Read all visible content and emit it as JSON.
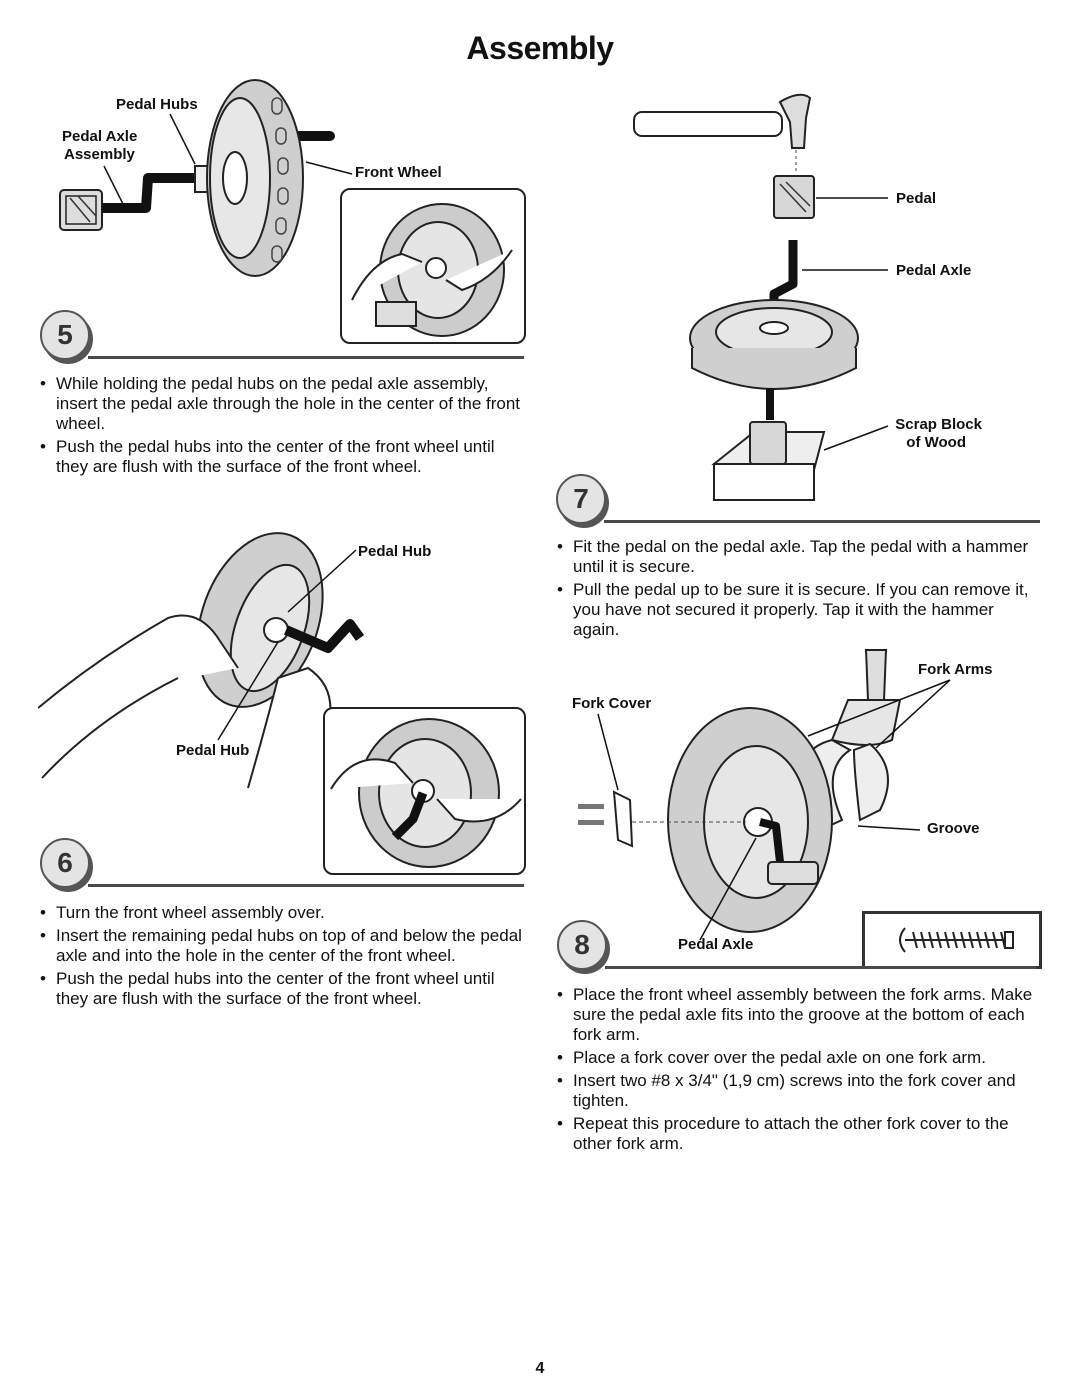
{
  "page": {
    "title": "Assembly",
    "page_number": "4"
  },
  "step5": {
    "number": "5",
    "labels": {
      "pedal_hubs": "Pedal Hubs",
      "pedal_axle_assembly_1": "Pedal Axle",
      "pedal_axle_assembly_2": "Assembly",
      "front_wheel": "Front Wheel"
    },
    "bullets": [
      "While holding the pedal hubs on the pedal axle assembly, insert the pedal axle through the hole in the center of the front wheel.",
      "Push the pedal hubs into the center of the front wheel until they are flush with the surface of the front wheel."
    ]
  },
  "step6": {
    "number": "6",
    "labels": {
      "pedal_hub_top": "Pedal Hub",
      "pedal_hub_bottom": "Pedal Hub"
    },
    "bullets": [
      "Turn the front wheel assembly over.",
      "Insert the remaining pedal hubs on top of and below the pedal axle and into the hole in the center of the front wheel.",
      "Push the pedal hubs into the center of the front wheel until they are flush with the surface of the front wheel."
    ]
  },
  "step7": {
    "number": "7",
    "labels": {
      "pedal": "Pedal",
      "pedal_axle": "Pedal Axle",
      "scrap_block_1": "Scrap Block",
      "scrap_block_2": "of Wood"
    },
    "bullets": [
      "Fit the pedal on the pedal axle. Tap the pedal with a hammer until it is secure.",
      "Pull the pedal up to be sure it is secure. If you can remove it, you have not secured it properly. Tap it with the hammer again."
    ]
  },
  "step8": {
    "number": "8",
    "labels": {
      "fork_arms": "Fork Arms",
      "fork_cover": "Fork Cover",
      "groove": "Groove",
      "pedal_axle": "Pedal Axle"
    },
    "bullets": [
      "Place the front wheel assembly between the fork arms. Make sure the pedal axle fits into the groove at the bottom of each fork arm.",
      "Place a fork cover over the pedal axle on one fork arm.",
      "Insert two #8 x 3/4\" (1,9 cm) screws into the fork cover and tighten.",
      "Repeat this procedure to attach the other fork cover to the other fork arm."
    ]
  }
}
